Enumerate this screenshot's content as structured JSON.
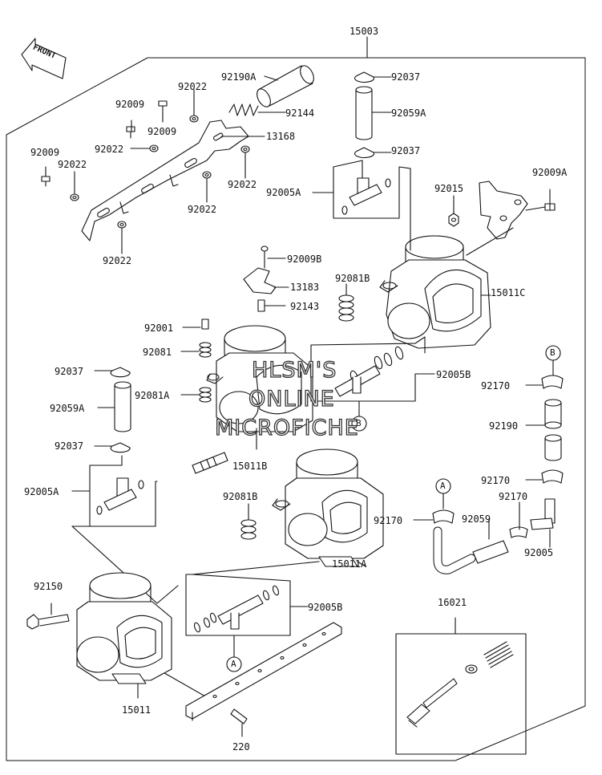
{
  "front_badge": "FRONT",
  "watermark": {
    "line1": "HLSM'S",
    "line2": "ONLINE",
    "line3": "MICROFICHE"
  },
  "callouts": {
    "c15003": "15003",
    "c92190A": "92190A",
    "c92037_top1": "92037",
    "c92022_a": "92022",
    "c92009_a": "92009",
    "c92144": "92144",
    "c92059A_top": "92059A",
    "c92009_b": "92009",
    "c13168": "13168",
    "c92037_top2": "92037",
    "c92009_c": "92009",
    "c92022_b": "92022",
    "c92022_c": "92022",
    "c92022_d": "92022",
    "c92005A_top": "92005A",
    "c92015": "92015",
    "c92009A": "92009A",
    "c92022_e": "92022",
    "c92022_f": "92022",
    "c92009B": "92009B",
    "c13183": "13183",
    "c92081B_top": "92081B",
    "c15011C": "15011C",
    "c92143": "92143",
    "c92001": "92001",
    "c92081": "92081",
    "c92037_left1": "92037",
    "c92005B_right": "92005B",
    "c92170_1": "92170",
    "c92081A": "92081A",
    "c92059A_left": "92059A",
    "c92190": "92190",
    "c92037_left2": "92037",
    "c15011B": "15011B",
    "c92005A_left": "92005A",
    "c92170_2": "92170",
    "c92081B_mid": "92081B",
    "c92170_3": "92170",
    "c92170_4": "92170",
    "c92059": "92059",
    "c92005": "92005",
    "c15011A": "15011A",
    "c92150": "92150",
    "c92005B_bottom": "92005B",
    "c16021": "16021",
    "c15011": "15011",
    "c220": "220"
  },
  "markers": {
    "b_right": "B",
    "b_mid": "B",
    "a_right": "A",
    "a_bottom": "A"
  },
  "colors": {
    "line": "#111111",
    "background": "#ffffff"
  }
}
